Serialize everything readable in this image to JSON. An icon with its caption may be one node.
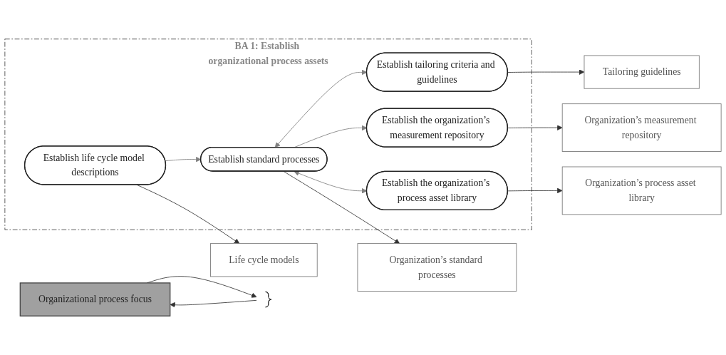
{
  "diagram": {
    "nodes": [
      {
        "text": [
          "BA 1: Establish organizational process assets"
        ]
      },
      {
        "text": [
          "Establish standard processes"
        ],
        "in": 0
      },
      {
        "text": [
          "Establish life cycle model descriptions"
        ],
        "in": 0
      },
      {
        "text": [
          "Establish tailoring criteria and guidelines"
        ],
        "in": 0
      },
      {
        "text": [
          "Establish the organization’s measurement repository"
        ],
        "in": 0
      },
      {
        "text": [
          "Establish the organization’s process asset library"
        ],
        "in": 0
      },
      {
        "text": [
          "Organization’s standard processes"
        ]
      },
      {
        "text": [
          "Life cycle models"
        ]
      },
      {
        "text": [
          "Tailoring guidelines"
        ]
      },
      {
        "text": [
          "Organization’s measurement repository"
        ]
      },
      {
        "text": [
          "Organization’s process asset library"
        ]
      },
      {
        "text": [
          "Organizational process focus"
        ]
      },
      {
        "text": [],
        "shape": "brace"
      }
    ],
    "edges": [
      {
        "from": 1,
        "to": 6,
        "arrow": "to"
      },
      {
        "from": 2,
        "to": 1,
        "arrow": "to",
        "color": "#808080"
      },
      {
        "from": 2,
        "to": 7,
        "arrow": "to"
      },
      {
        "from": 1,
        "to": 3,
        "arrow": "both",
        "color": "#808080"
      },
      {
        "from": 3,
        "to": 8,
        "arrow": "to"
      },
      {
        "from": 1,
        "to": 4,
        "arrow": "to",
        "color": "#808080"
      },
      {
        "from": 1,
        "to": 5,
        "arrow": "both",
        "color": "#808080"
      },
      {
        "from": 4,
        "to": 9,
        "arrow": "to"
      },
      {
        "from": 5,
        "to": 10,
        "arrow": "to"
      },
      {
        "from": 12,
        "to": 11,
        "arrow": "to"
      },
      {
        "from": 11,
        "to": 12,
        "arrow": "to"
      }
    ]
  }
}
